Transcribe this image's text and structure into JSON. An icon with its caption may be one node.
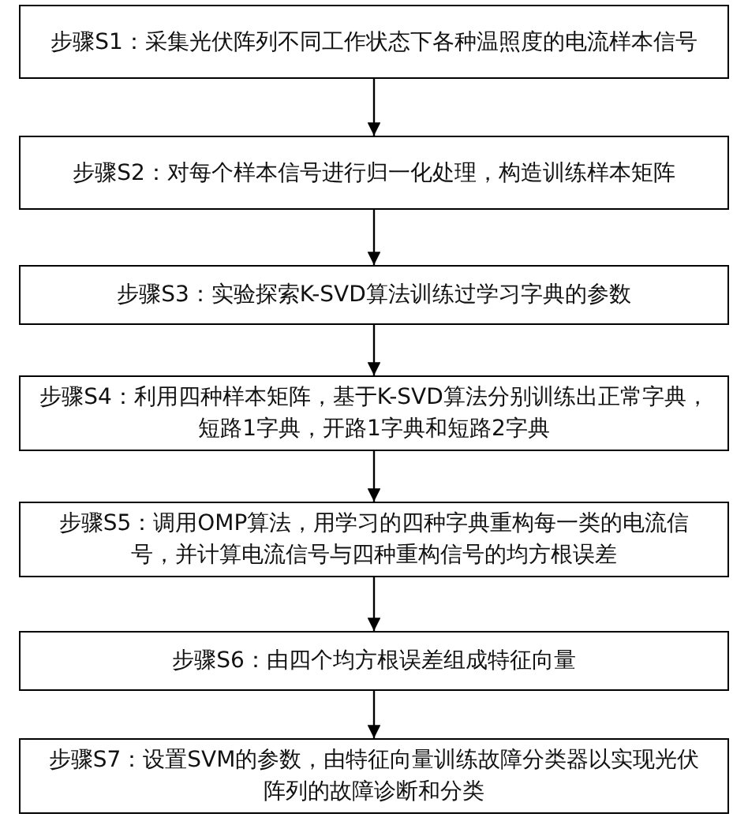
{
  "diagram": {
    "nodes": [
      {
        "text": [
          "步骤S1：采集光伏阵列不同工作状态下各种温照度的电流样本信号"
        ]
      },
      {
        "text": [
          "步骤S2：对每个样本信号进行归一化处理，构造训练样本矩阵"
        ]
      },
      {
        "text": [
          "步骤S3：实验探索K-SVD算法训练过学习字典的参数"
        ]
      },
      {
        "text": [
          "步骤S4：利用四种样本矩阵，基于K-SVD算法分别训练出正常字典，短路1字典，开路1字典和短路2字典"
        ]
      },
      {
        "text": [
          "步骤S5：调用OMP算法，用学习的四种字典重构每一类的电流信号，并计算电流信号与四种重构信号的均方根误差"
        ]
      },
      {
        "text": [
          "步骤S6：由四个均方根误差组成特征向量"
        ]
      },
      {
        "text": [
          "步骤S7：设置SVM的参数，由特征向量训练故障分类器以实现光伏阵列的故障诊断和分类"
        ]
      }
    ],
    "edges": [
      {
        "from": 0,
        "to": 1,
        "arrow": "to"
      },
      {
        "from": 1,
        "to": 2,
        "arrow": "to"
      },
      {
        "from": 2,
        "to": 3,
        "arrow": "to"
      },
      {
        "from": 3,
        "to": 4,
        "arrow": "to"
      },
      {
        "from": 4,
        "to": 5,
        "arrow": "to"
      },
      {
        "from": 5,
        "to": 6,
        "arrow": "to"
      }
    ]
  }
}
